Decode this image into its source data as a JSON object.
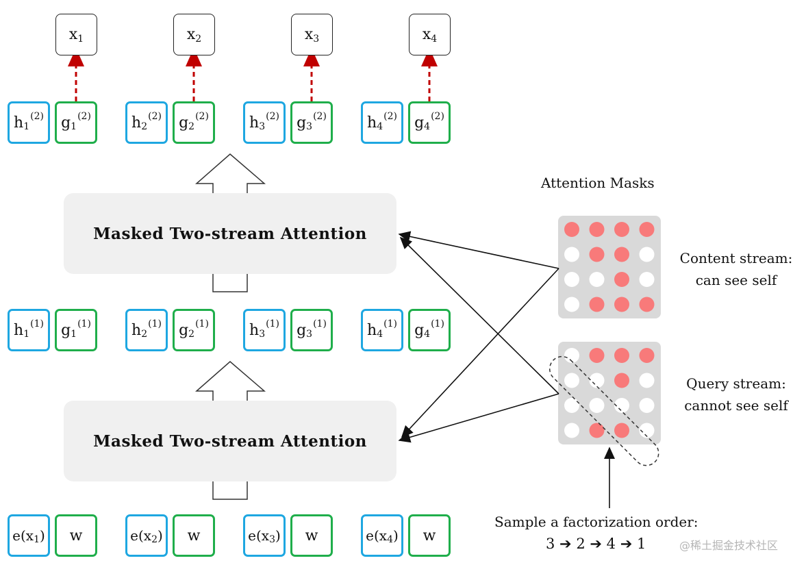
{
  "outputs": [
    "x",
    "x",
    "x",
    "x"
  ],
  "output_indices": [
    "1",
    "2",
    "3",
    "4"
  ],
  "layer2": {
    "h": "h",
    "g": "g",
    "superscript": "(2)"
  },
  "layer1": {
    "h": "h",
    "g": "g",
    "superscript": "(1)"
  },
  "inputs": {
    "e_prefix": "e(x",
    "e_suffix": ")",
    "w": "w"
  },
  "attention_block_top": "Masked Two-stream Attention",
  "attention_block_bottom": "Masked Two-stream Attention",
  "masks_title": "Attention Masks",
  "content_stream": {
    "line1": "Content stream:",
    "line2": "can see self"
  },
  "query_stream": {
    "line1": "Query stream:",
    "line2": "cannot see self"
  },
  "factorization": {
    "line1": "Sample a factorization order:",
    "order": [
      "3",
      "2",
      "4",
      "1"
    ]
  },
  "watermark": "@稀土掘金技术社区",
  "colors": {
    "h_border": "#1ea7e1",
    "g_border": "#1fae4b",
    "dot_on": "#f87a7a",
    "dot_off": "#ffffff",
    "mask_bg": "#d9d9d9",
    "block_bg": "#f0f0f0",
    "dashed_arrow": "#c00000"
  },
  "content_mask": [
    [
      1,
      1,
      1,
      1
    ],
    [
      0,
      1,
      1,
      0
    ],
    [
      0,
      0,
      1,
      0
    ],
    [
      0,
      1,
      1,
      1
    ]
  ],
  "query_mask": [
    [
      0,
      1,
      1,
      1
    ],
    [
      0,
      0,
      1,
      0
    ],
    [
      0,
      0,
      0,
      0
    ],
    [
      0,
      1,
      1,
      0
    ]
  ]
}
